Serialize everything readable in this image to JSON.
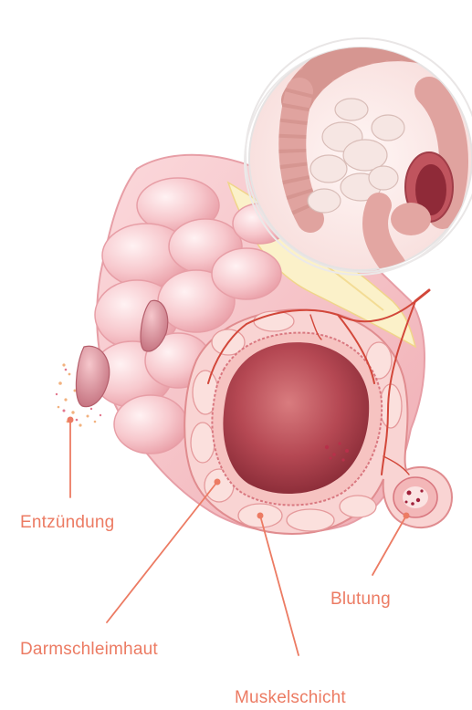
{
  "labels": {
    "inflammation": "Entzündung",
    "mucosa": "Darmschleimhaut",
    "bleeding": "Blutung",
    "muscle_layer": "Muskelschicht"
  },
  "colors": {
    "label_text": "#ec7b63",
    "leader_line": "#ec7b63"
  },
  "icons": {
    "inset": "colon-overview-icon"
  }
}
